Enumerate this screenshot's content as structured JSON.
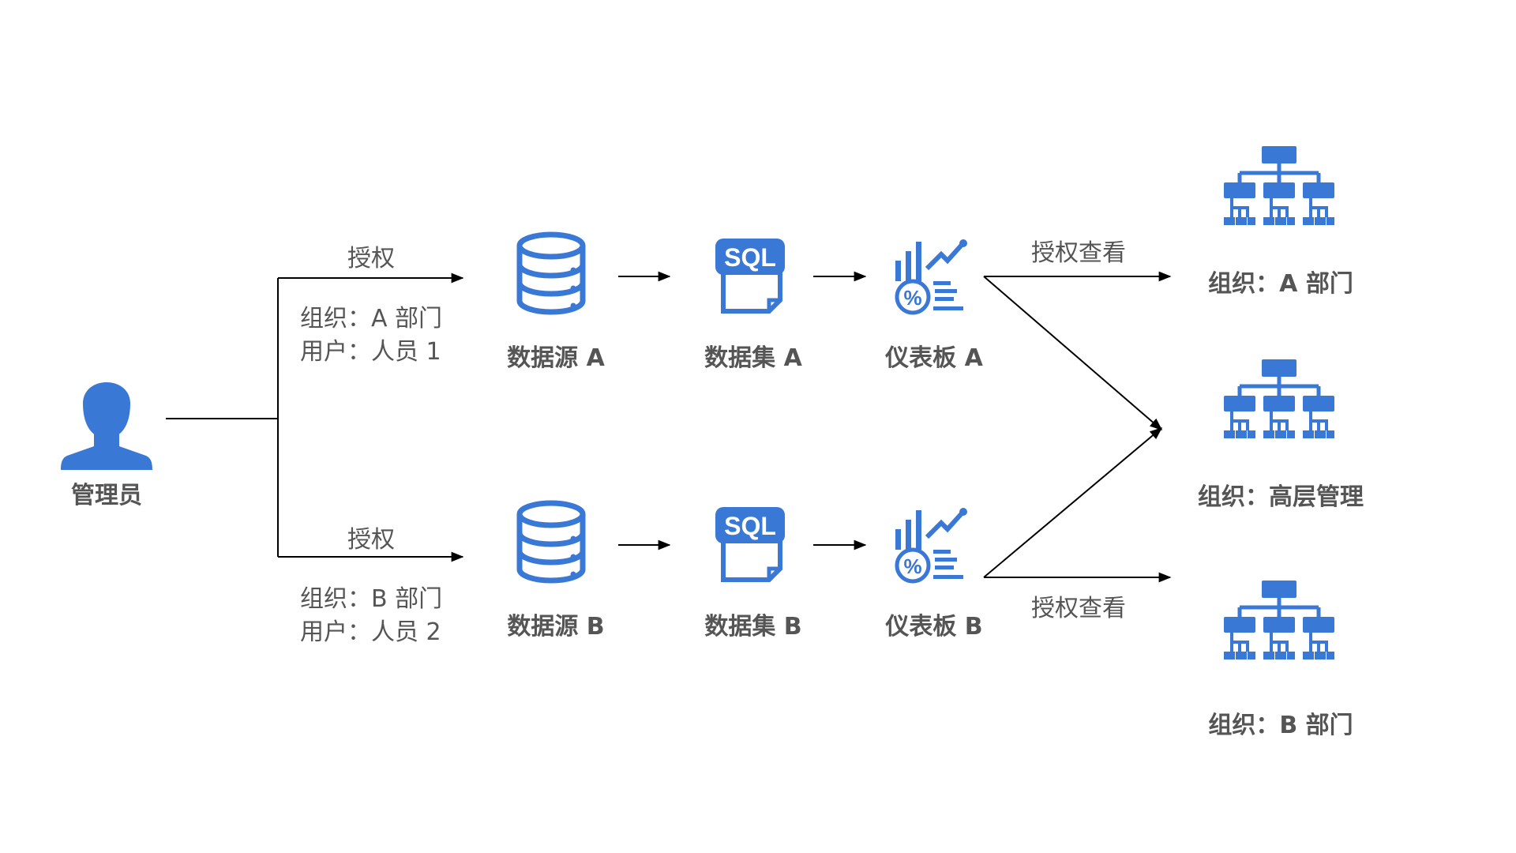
{
  "diagram": {
    "admin": {
      "label": "管理员",
      "icon": "user-icon"
    },
    "branches": [
      {
        "edge_label": "授权",
        "org_line": "组织：A 部门",
        "user_line": "用户：人员 1",
        "datasource": {
          "label": "数据源 A",
          "icon": "database-icon"
        },
        "dataset": {
          "label": "数据集 A",
          "icon": "sql-file-icon"
        },
        "dashboard": {
          "label": "仪表板 A",
          "icon": "dashboard-chart-icon"
        },
        "view_label": "授权查看"
      },
      {
        "edge_label": "授权",
        "org_line": "组织：B 部门",
        "user_line": "用户：人员 2",
        "datasource": {
          "label": "数据源 B",
          "icon": "database-icon"
        },
        "dataset": {
          "label": "数据集 B",
          "icon": "sql-file-icon"
        },
        "dashboard": {
          "label": "仪表板 B",
          "icon": "dashboard-chart-icon"
        },
        "view_label": "授权查看"
      }
    ],
    "orgs": [
      {
        "label": "组织：A 部门",
        "icon": "org-chart-icon"
      },
      {
        "label": "组织：高层管理",
        "icon": "org-chart-icon"
      },
      {
        "label": "组织：B 部门",
        "icon": "org-chart-icon"
      }
    ],
    "colors": {
      "icon_blue": "#3a78d6",
      "line": "#000000",
      "text": "#555555"
    }
  }
}
